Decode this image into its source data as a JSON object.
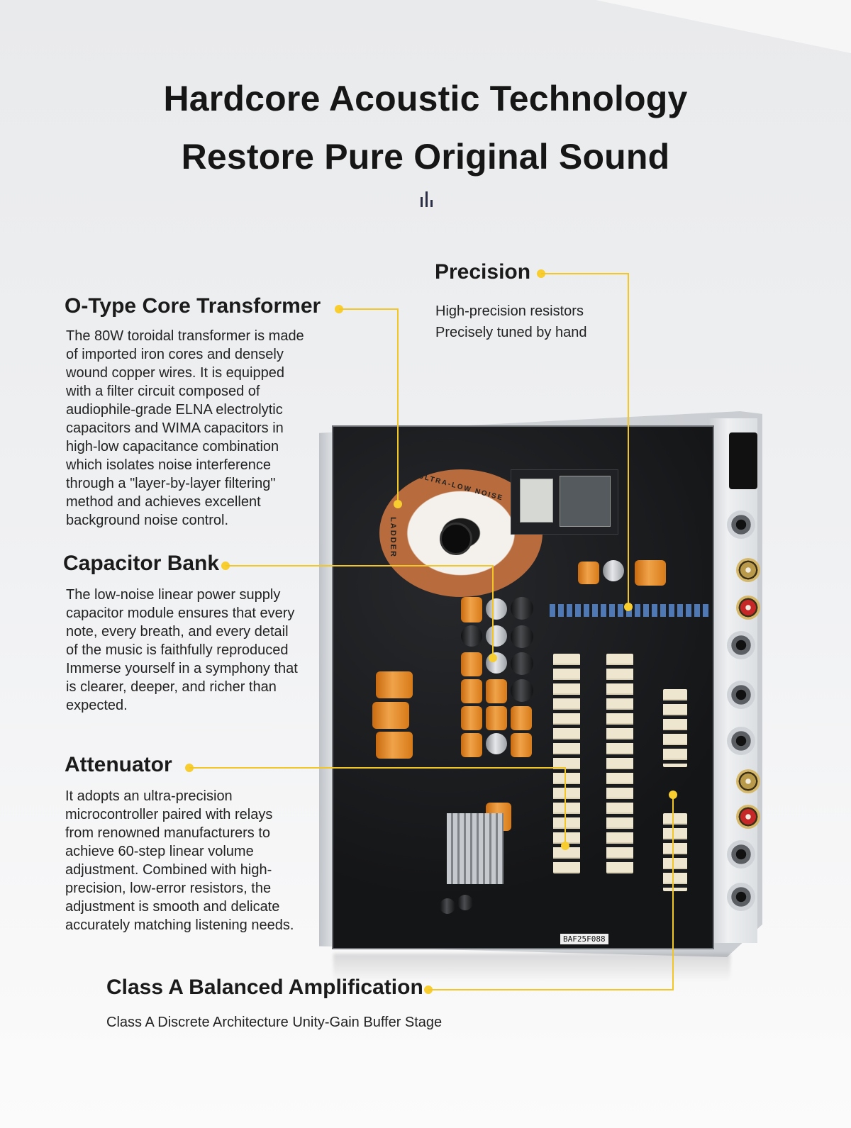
{
  "header": {
    "title_line1": "Hardcore Acoustic Technology",
    "title_line2": "Restore Pure Original Sound"
  },
  "features": {
    "transformer": {
      "title": "O-Type Core Transformer",
      "lines": [
        "The 80W toroidal transformer is made",
        "of imported iron cores and densely",
        "wound copper wires. It is equipped",
        "with a filter circuit composed of",
        "audiophile-grade ELNA electrolytic",
        "capacitors and WIMA capacitors in",
        "high-low capacitance combination",
        "which isolates noise interference",
        "through a \"layer-by-layer filtering\"",
        "method and achieves excellent",
        "background noise control."
      ]
    },
    "precision": {
      "title": "Precision",
      "lines": [
        "High-precision resistors",
        "Precisely tuned by hand"
      ]
    },
    "capacitor_bank": {
      "title": "Capacitor Bank",
      "lines": [
        "The low-noise linear power supply",
        "capacitor module ensures that every",
        "note, every breath, and every detail",
        "of the music is faithfully reproduced",
        "Immerse yourself in a symphony that",
        "is clearer, deeper, and richer than",
        "expected."
      ]
    },
    "attenuator": {
      "title": "Attenuator",
      "lines": [
        "It adopts an ultra-precision",
        "microcontroller paired with relays",
        "from renowned manufacturers to",
        "achieve 60-step linear volume",
        "adjustment. Combined with high-",
        "precision, low-error resistors, the",
        "adjustment is smooth and delicate",
        "accurately matching listening needs."
      ]
    },
    "class_a": {
      "title": "Class A Balanced Amplification",
      "subtitle": "Class A Discrete Architecture Unity-Gain Buffer Stage"
    }
  },
  "device": {
    "toroid_text_top": "ULTRA-LOW NOISE",
    "toroid_brand": "LADDER",
    "pcb_code": "BAF25F088"
  },
  "colors": {
    "accent": "#f2c626",
    "title": "#161616",
    "icon": "#2b3046"
  },
  "icons": {
    "brand_mark": "audio-bars-icon"
  }
}
